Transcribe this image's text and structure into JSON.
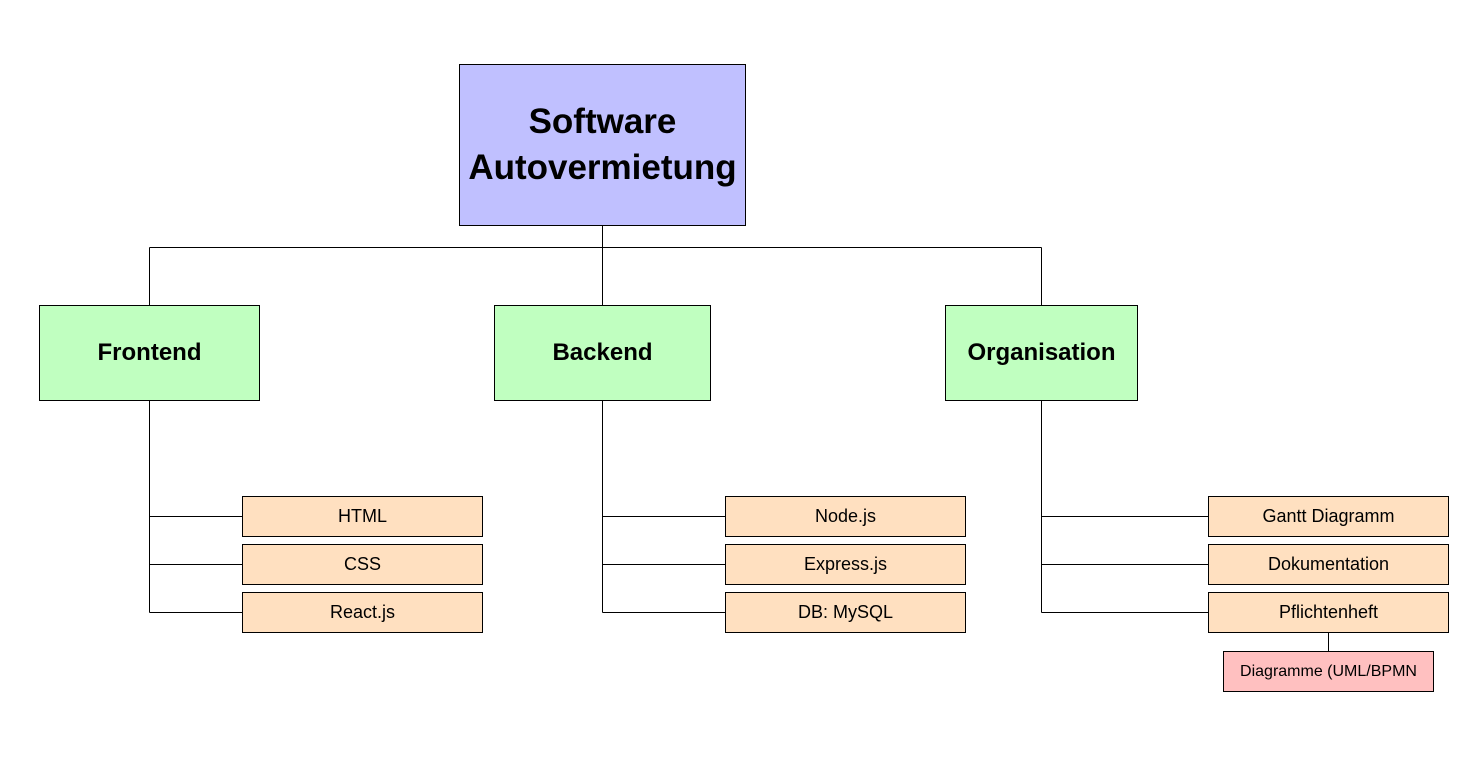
{
  "root": {
    "title_line1": "Software",
    "title_line2": "Autovermietung"
  },
  "categories": {
    "frontend": {
      "label": "Frontend",
      "items": [
        "HTML",
        "CSS",
        "React.js"
      ]
    },
    "backend": {
      "label": "Backend",
      "items": [
        "Node.js",
        "Express.js",
        "DB: MySQL"
      ]
    },
    "organisation": {
      "label": "Organisation",
      "items": [
        "Gantt Diagramm",
        "Dokumentation",
        "Pflichtenheft"
      ],
      "sub_item": "Diagramme (UML/BPMN"
    }
  },
  "colors": {
    "root_fill": "#c0c0ff",
    "category_fill": "#c0ffc0",
    "leaf_fill": "#ffe0c0",
    "subleaf_fill": "#ffc0c0",
    "connector": "#000000"
  }
}
